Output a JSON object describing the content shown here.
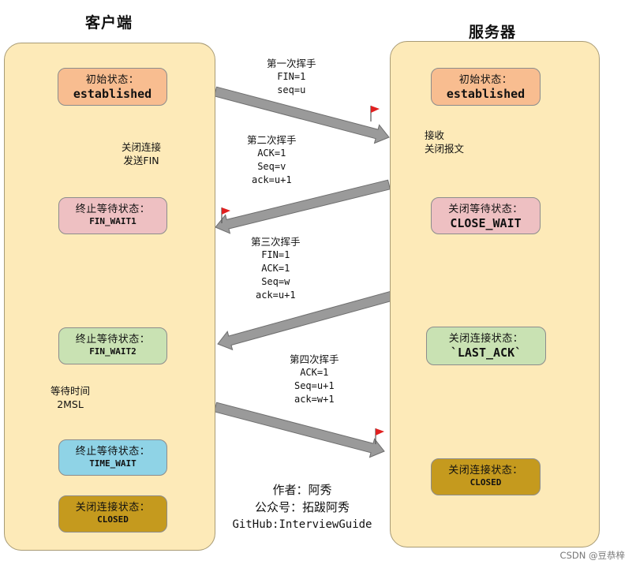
{
  "client": {
    "title": "客户端",
    "states": [
      {
        "label": "初始状态：",
        "value": "established",
        "color": "#f8bd90"
      },
      {
        "label": "终止等待状态：",
        "value": "FIN_WAIT1",
        "color": "#eec0c2"
      },
      {
        "label": "终止等待状态：",
        "value": "FIN_WAIT2",
        "color": "#c9e2b3"
      },
      {
        "label": "终止等待状态：",
        "value": "TIME_WAIT",
        "color": "#8fd3e6"
      },
      {
        "label": "关闭连接状态：",
        "value": "CLOSED",
        "color": "#c59a1e"
      }
    ],
    "transitions": [
      {
        "line1": "关闭连接",
        "line2": "发送FIN"
      },
      {
        "line1": "等待时间",
        "line2": "2MSL"
      }
    ]
  },
  "server": {
    "title": "服务器",
    "states": [
      {
        "label": "初始状态：",
        "value": "established",
        "color": "#f8bd90"
      },
      {
        "label": "关闭等待状态：",
        "value": "CLOSE_WAIT",
        "color": "#eec0c2"
      },
      {
        "label": "关闭连接状态：",
        "value": "`LAST_ACK`",
        "color": "#c9e2b3"
      },
      {
        "label": "关闭连接状态：",
        "value": "CLOSED",
        "color": "#c59a1e"
      }
    ],
    "transitions": [
      {
        "line1": "接收",
        "line2": "关闭报文"
      }
    ]
  },
  "messages": [
    {
      "title": "第一次挥手",
      "fields": [
        "FIN=1",
        "seq=u"
      ]
    },
    {
      "title": "第二次挥手",
      "fields": [
        "ACK=1",
        "Seq=v",
        "ack=u+1"
      ]
    },
    {
      "title": "第三次挥手",
      "fields": [
        "FIN=1",
        "ACK=1",
        "Seq=w",
        "ack=u+1"
      ]
    },
    {
      "title": "第四次挥手",
      "fields": [
        "ACK=1",
        "Seq=u+1",
        "ack=w+1"
      ]
    }
  ],
  "author": {
    "line1": "作者：阿秀",
    "line2": "公众号：拓跋阿秀",
    "line3": "GitHub:InterviewGuide"
  },
  "watermark": "CSDN @豆恭梓",
  "colors": {
    "panel_bg": "#fdeab8",
    "arrow_gray": "#9a9a9a",
    "flag_red": "#e02020"
  }
}
